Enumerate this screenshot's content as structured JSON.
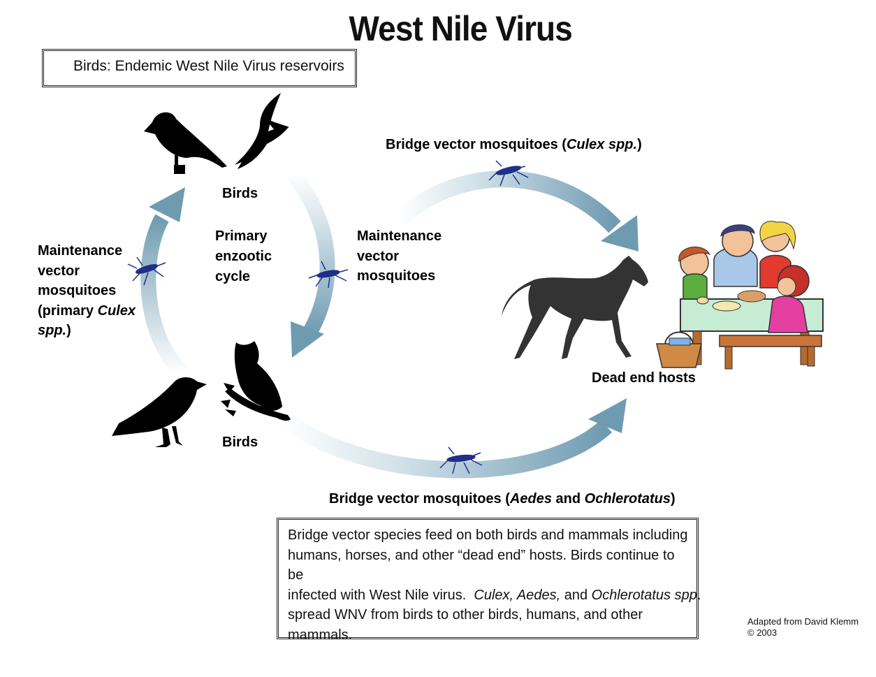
{
  "title": "West Nile Virus",
  "reservoir_box": "Birds:  Endemic West Nile Virus reservoirs",
  "labels": {
    "birds_top": "Birds",
    "birds_bottom": "Birds",
    "primary": [
      "Primary",
      "enzootic",
      "cycle"
    ],
    "maint_left": [
      "Maintenance",
      "vector",
      "mosquitoes",
      "(primary "
    ],
    "maint_left_italic1": "Culex",
    "maint_left_italic2": "spp.",
    "maint_left_end": ")",
    "maint_right": [
      "Maintenance",
      "vector",
      "mosquitoes"
    ],
    "bridge_top_prefix": "Bridge vector mosquitoes (",
    "bridge_top_italic": "Culex spp.",
    "bridge_top_suffix": ")",
    "bridge_bottom_prefix": "Bridge vector mosquitoes (",
    "bridge_bottom_italic1": "Aedes",
    "bridge_bottom_mid": " and ",
    "bridge_bottom_italic2": "Ochlerotatus",
    "bridge_bottom_suffix": ")",
    "dead_end": "Dead end hosts"
  },
  "info": {
    "line1": "Bridge vector species feed on both birds and mammals including",
    "line2": "humans, horses, and other “dead end” hosts.  Birds continue to be",
    "line3a": "infected with West Nile virus.  ",
    "line3b": "Culex, Aedes,",
    "line3c": " and ",
    "line3d": "Ochlerotatus spp",
    "line3e": ".",
    "line4": "spread WNV from birds to other birds, humans, and other",
    "line5": "mammals."
  },
  "credit": [
    "Adapted from David Klemm",
    "© 2003"
  ],
  "colors": {
    "arrow": "#6f9bb1",
    "arrow_light": "#e6eff3",
    "mosquito": "#1f2f8a",
    "silhouette": "#000000",
    "horse": "#333333"
  },
  "icons": [
    "bird-silhouette-icon",
    "eagle-silhouette-icon",
    "crow-silhouette-icon",
    "owl-silhouette-icon",
    "mosquito-icon",
    "horse-silhouette-icon",
    "family-picnic-illustration"
  ]
}
